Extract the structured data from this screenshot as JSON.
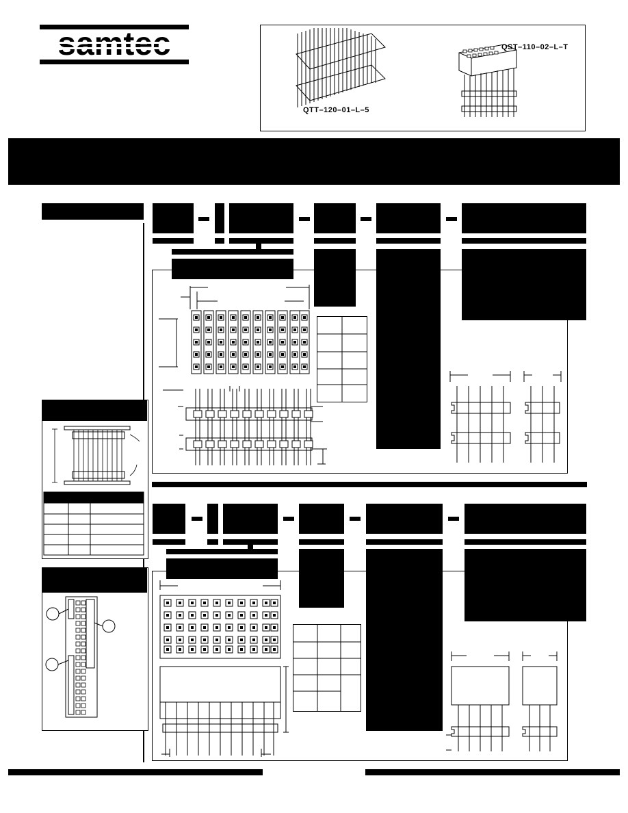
{
  "brand": {
    "name": "samtec"
  },
  "photos": {
    "left_part": "QTT–120–01–L–5",
    "right_part": "QST–110–02–L–T"
  }
}
